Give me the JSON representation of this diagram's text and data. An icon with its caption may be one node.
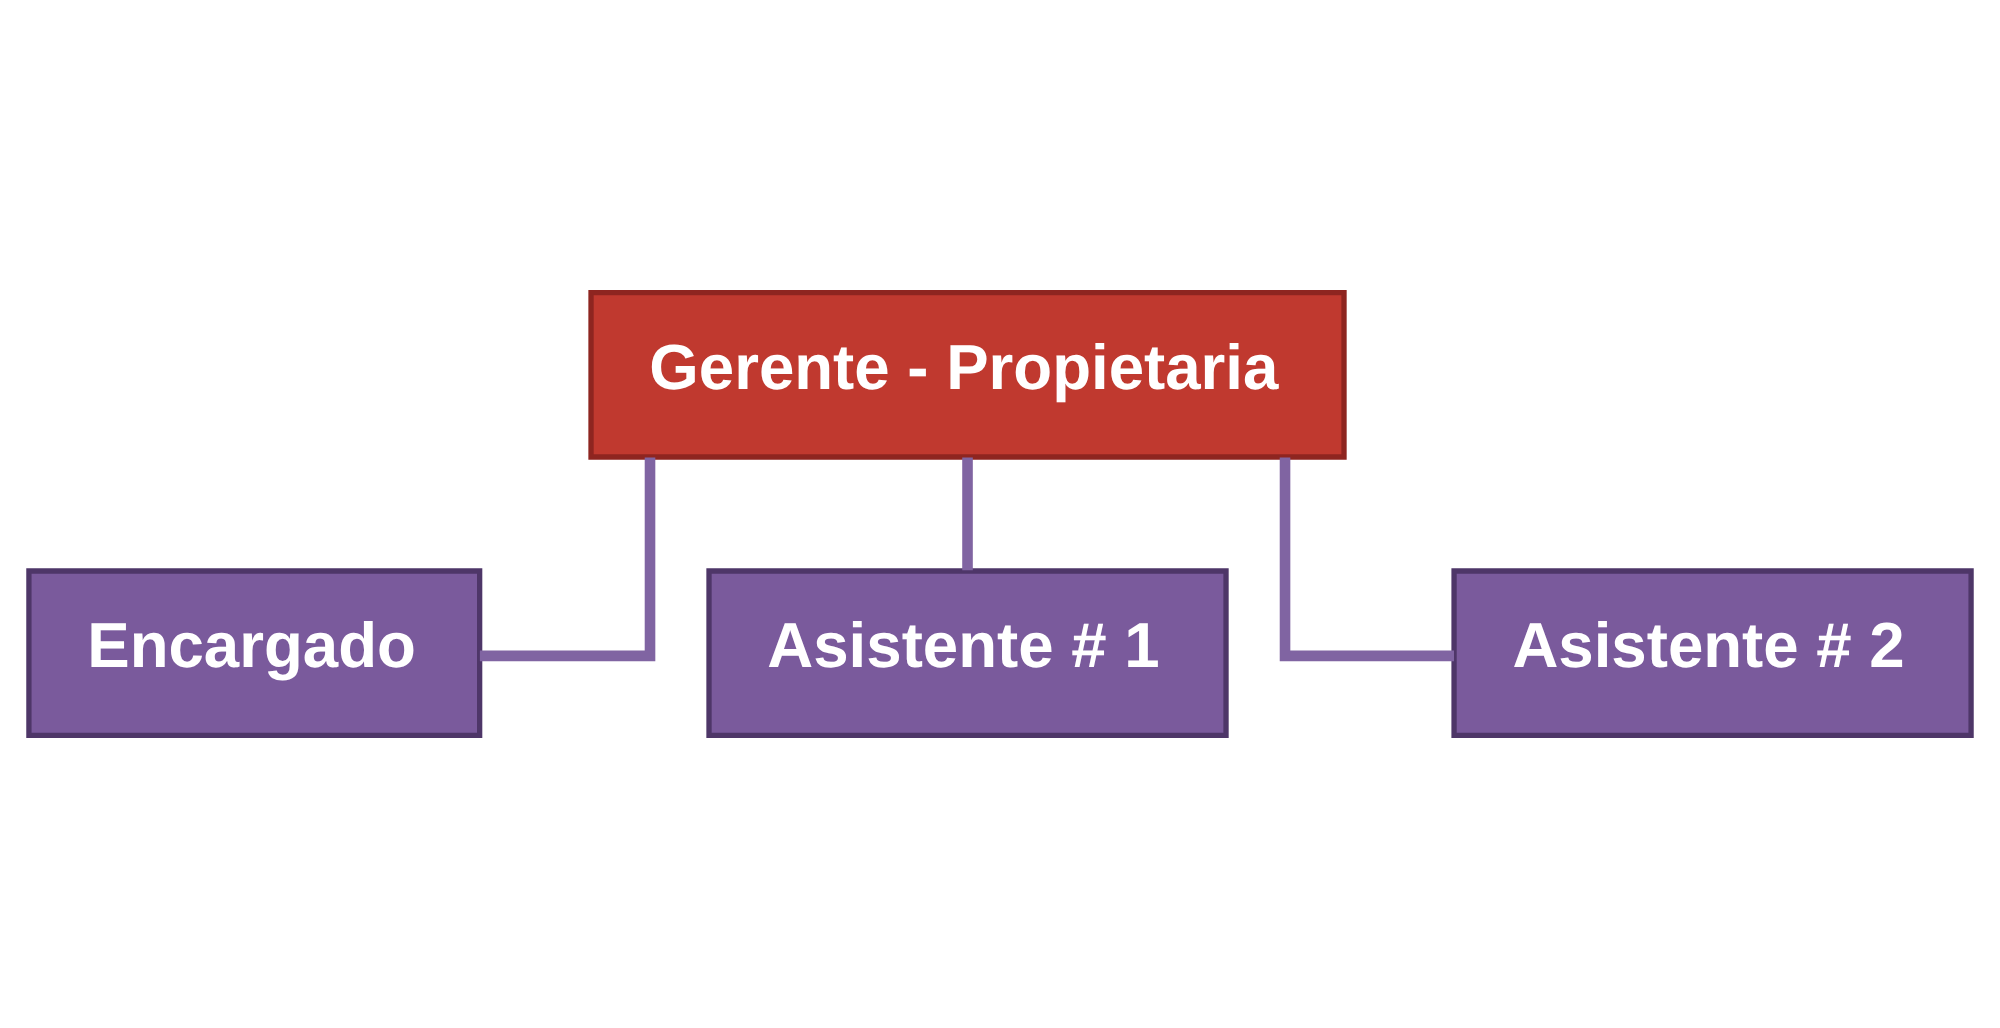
{
  "diagram": {
    "nodes": [
      {
        "text": [
          "Gerente - Propietaria"
        ]
      },
      {
        "text": [
          "Encargado"
        ]
      },
      {
        "text": [
          "Asistente # 1"
        ]
      },
      {
        "text": [
          "Asistente # 2"
        ]
      }
    ],
    "edges": [
      {
        "from": 0,
        "to": 1,
        "arrow": "none"
      },
      {
        "from": 0,
        "to": 2,
        "arrow": "none"
      },
      {
        "from": 0,
        "to": 3,
        "arrow": "none"
      }
    ]
  }
}
